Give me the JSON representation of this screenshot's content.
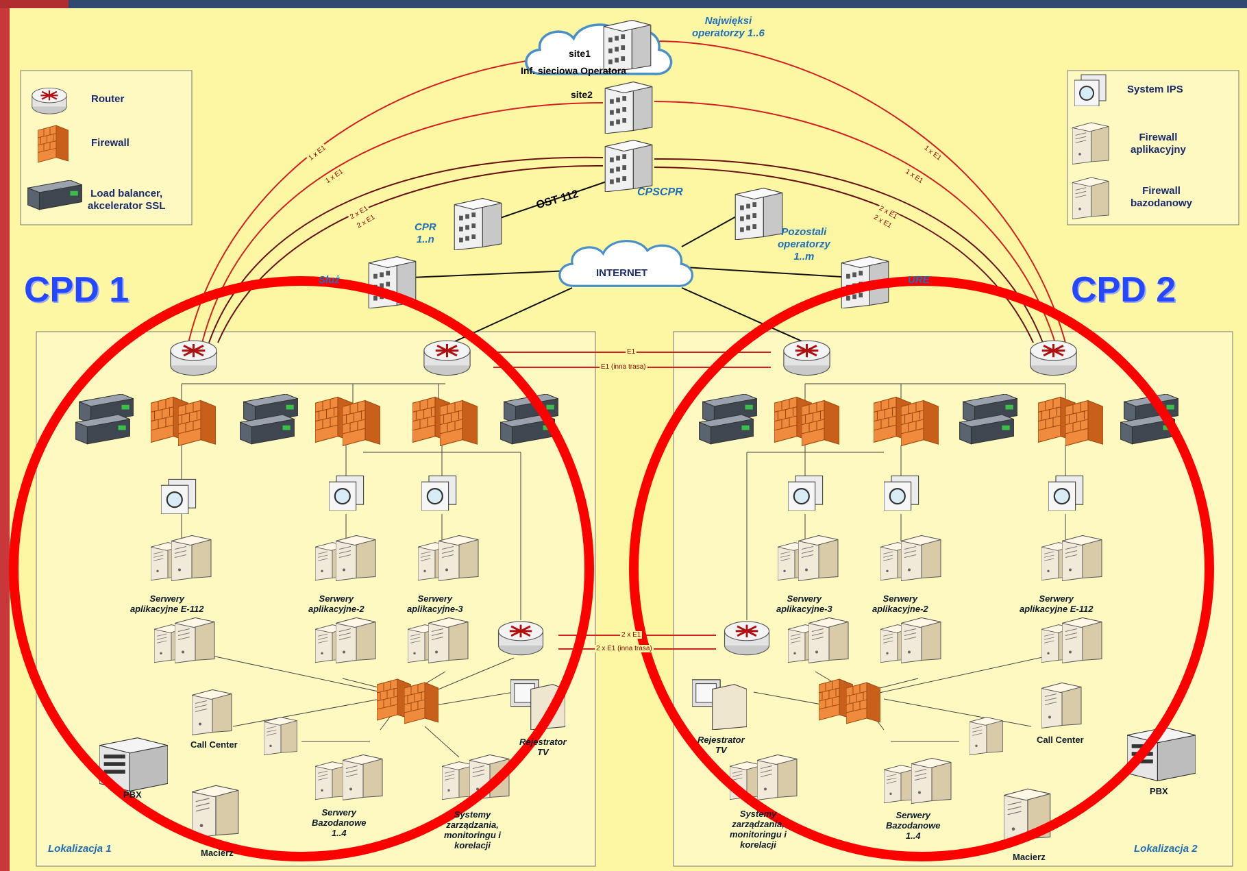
{
  "legend_left": {
    "router": "Router",
    "firewall": "Firewall",
    "load_balancer_1": "Load balancer,",
    "load_balancer_2": "akcelerator SSL"
  },
  "legend_right": {
    "ips": "System IPS",
    "app_fw_1": "Firewall",
    "app_fw_2": "aplikacyjny",
    "db_fw_1": "Firewall",
    "db_fw_2": "bazodanowy"
  },
  "top": {
    "operators_1": "Najwięksi",
    "operators_2": "operatorzy 1..6",
    "site1": "site1",
    "site2": "site2",
    "cloud_label": "Inf. sieciowa Operatora",
    "cpscpr": "CPSCPR",
    "ost": "OST 112",
    "cpr_1": "CPR",
    "cpr_2": "1..n",
    "internet": "INTERNET",
    "other_ops_1": "Pozostali",
    "other_ops_2": "operatorzy",
    "other_ops_3": "1..m",
    "left_service": "Służ",
    "right_service": "URE"
  },
  "links": {
    "e1_a": "1 x E1",
    "e1_b": "1 x E1",
    "e1_c": "2 x E1",
    "e1_d": "2 x E1",
    "e1_e": "1 x E1",
    "e1_f": "1 x E1",
    "e1_g": "2 x E1",
    "e1_h": "2 x E1",
    "mid_e1": "E1",
    "mid_e1_alt": "E1 (inna trasa)",
    "low_2e1": "2 x E1",
    "low_2e1_alt": "2 x E1 (inna trasa)"
  },
  "cpd1": {
    "title": "CPD 1",
    "location": "Lokalizacja 1",
    "app_e112_1": "Serwery",
    "app_e112_2": "aplikacyjne  E-112",
    "app2_1": "Serwery",
    "app2_2": "aplikacyjne-2",
    "app3_1": "Serwery",
    "app3_2": "aplikacyjne-3",
    "call_center": "Call Center",
    "pbx": "PBX",
    "macierz": "Macierz",
    "db_1": "Serwery",
    "db_2": "Bazodanowe",
    "db_3": "1..4",
    "mgmt_1": "Systemy",
    "mgmt_2": "zarządzania,",
    "mgmt_3": "monitoringu i",
    "mgmt_4": "korelacji",
    "tv_1": "Rejestrator",
    "tv_2": "TV"
  },
  "cpd2": {
    "title": "CPD 2",
    "location": "Lokalizacja 2",
    "app3_1": "Serwery",
    "app3_2": "aplikacyjne-3",
    "app2_1": "Serwery",
    "app2_2": "aplikacyjne-2",
    "app_e112_1": "Serwery",
    "app_e112_2": "aplikacyjne  E-112",
    "call_center": "Call Center",
    "pbx": "PBX",
    "macierz": "Macierz",
    "db_1": "Serwery",
    "db_2": "Bazodanowe",
    "db_3": "1..4",
    "mgmt_1": "Systemy",
    "mgmt_2": "zarządzania,",
    "mgmt_3": "monitoringu i",
    "mgmt_4": "korelacji",
    "tv_1": "Rejestrator",
    "tv_2": "TV"
  },
  "colors": {
    "background": "#fdf7a3",
    "circle": "#ff0000",
    "cpd_title": "#2548ff",
    "link_red": "#d42020",
    "link_dark": "#6b1010",
    "firewall": "#f08a3c",
    "header": "#2f4a6e"
  },
  "icons": [
    "router-icon",
    "firewall-icon",
    "load-balancer-icon",
    "ips-icon",
    "app-firewall-icon",
    "db-firewall-icon",
    "building-icon",
    "cloud-icon",
    "server-icon",
    "web-server-icon",
    "pbx-icon",
    "storage-array-icon",
    "workstation-icon"
  ]
}
